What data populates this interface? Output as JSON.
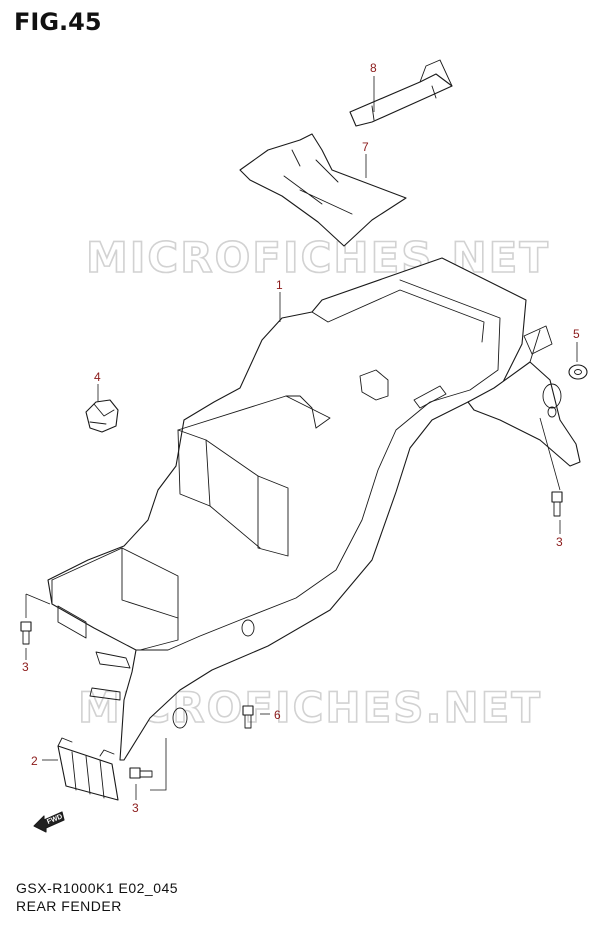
{
  "figure": {
    "title": "FIG.45"
  },
  "watermark": {
    "text": "MICROFICHES.NET"
  },
  "footer": {
    "model": "GSX-R1000K1 E02_045",
    "name": "REAR FENDER"
  },
  "fwd_marker": {
    "label": "FWD"
  },
  "callouts": {
    "c1": "1",
    "c2": "2",
    "c3a": "3",
    "c3b": "3",
    "c3c": "3",
    "c4": "4",
    "c5": "5",
    "c6": "6",
    "c7": "7",
    "c8": "8"
  },
  "colors": {
    "callout": "#8b1a1a",
    "line": "#1a1a1a",
    "watermark": "#d2d2d2"
  }
}
